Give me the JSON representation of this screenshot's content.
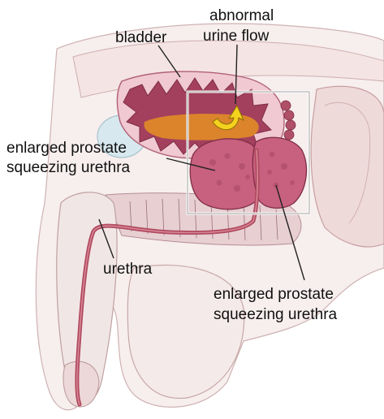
{
  "labels": {
    "bladder": "bladder",
    "abnormal_flow_line1": "abnormal",
    "abnormal_flow_line2": "urine flow",
    "prostate_left_line1": "enlarged prostate",
    "prostate_left_line2": "squeezing urethra",
    "urethra": "urethra",
    "prostate_right_line1": "enlarged prostate",
    "prostate_right_line2": "squeezing urethra"
  },
  "colors": {
    "tissue": "#f3dede",
    "tissue_outline": "#c9a6a6",
    "bladder_wall": "#a3405e",
    "urine": "#e08a28",
    "prostate": "#c86080",
    "prostate_dark": "#a84865",
    "urethra": "#b04a5f",
    "arrow": "#f4d21e",
    "bone": "#f0f0f0",
    "blue_tissue": "#d7e8ee",
    "callout_line": "#222222"
  }
}
